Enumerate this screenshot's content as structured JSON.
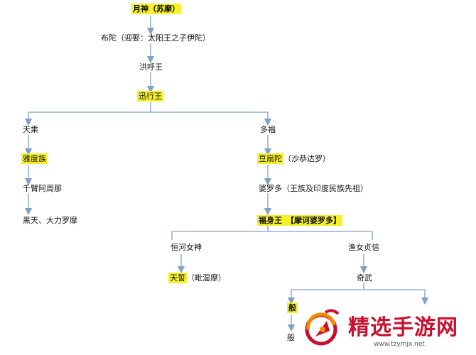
{
  "nodes": {
    "moon_god": {
      "name": "月神",
      "note": "（苏摩）"
    },
    "budha": "布陀（迎娶：太阳王之子伊陀）",
    "pururavas": "洪呼王",
    "swift_king": "迅行王",
    "tianchui": "天乘",
    "duofu": "多福",
    "yadava": "雅度族",
    "dubian": {
      "name": "豆扇陀",
      "note": "（沙恭达罗）"
    },
    "qianbi": "千臂阿周那",
    "poluoduo": "婆罗多（王族及印度民族先祖）",
    "heitian": "黑天、大力罗摩",
    "fushen": {
      "name": "福身王",
      "note": "【摩诃婆罗多】"
    },
    "henghe": "恒河女神",
    "yunu": "渔女贞信",
    "tianshi": {
      "name": "天誓",
      "note": "（毗湿摩）"
    },
    "qiwu": "奇武",
    "ban": {
      "name": "般",
      "trail": ""
    },
    "ban2": "般"
  },
  "watermark": {
    "title": "精选手游网",
    "url": "www.tzymjx.net"
  },
  "colors": {
    "highlight": "#f5f02a",
    "line": "#7fa2c6",
    "watermark_red": "#c8102e"
  }
}
